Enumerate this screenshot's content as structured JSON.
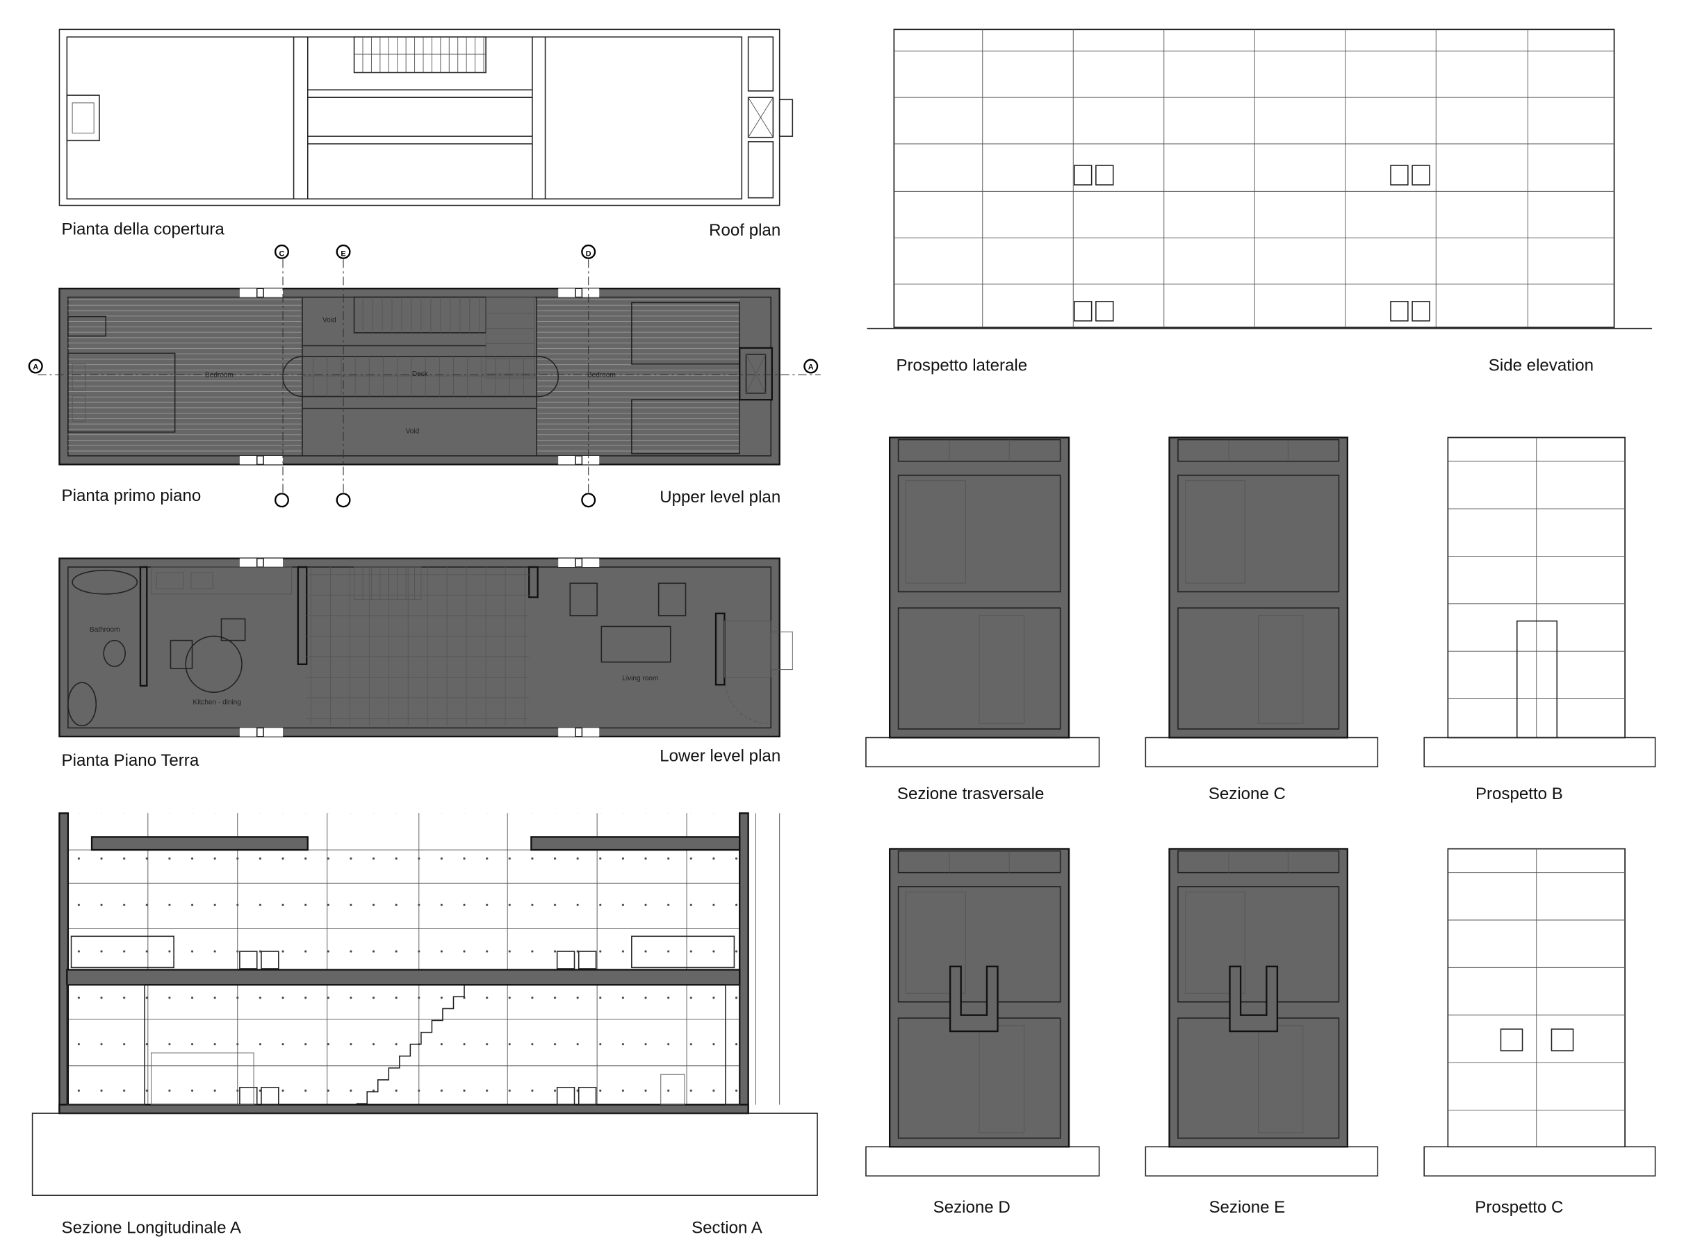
{
  "drawings": {
    "roof_plan": {
      "caption_it": "Pianta della copertura",
      "caption_en": "Roof plan"
    },
    "upper_plan": {
      "caption_it": "Pianta primo piano",
      "caption_en": "Upper level plan",
      "rooms": {
        "void_top": "Void",
        "deck": "Deck",
        "bedroom_left": "Bedroom",
        "bedroom_right": "Bedroom",
        "void_bottom": "Void"
      },
      "markers": {
        "c": "C",
        "e": "E",
        "d": "D",
        "a_left": "A",
        "a_right": "A"
      }
    },
    "lower_plan": {
      "caption_it": "Pianta Piano Terra",
      "caption_en": "Lower level plan",
      "rooms": {
        "bathroom": "Bathroom",
        "kitchen": "Kitchen - dining",
        "living": "Living room"
      }
    },
    "section_a": {
      "caption_it": "Sezione Longitudinale A",
      "caption_en": "Section A"
    },
    "side_elevation": {
      "caption_it": "Prospetto laterale",
      "caption_en": "Side elevation"
    },
    "small": {
      "sezione_trasversale": "Sezione trasversale",
      "sezione_c": "Sezione C",
      "prospetto_b": "Prospetto B",
      "sezione_d": "Sezione D",
      "sezione_e": "Sezione E",
      "prospetto_c": "Prospetto C"
    }
  }
}
